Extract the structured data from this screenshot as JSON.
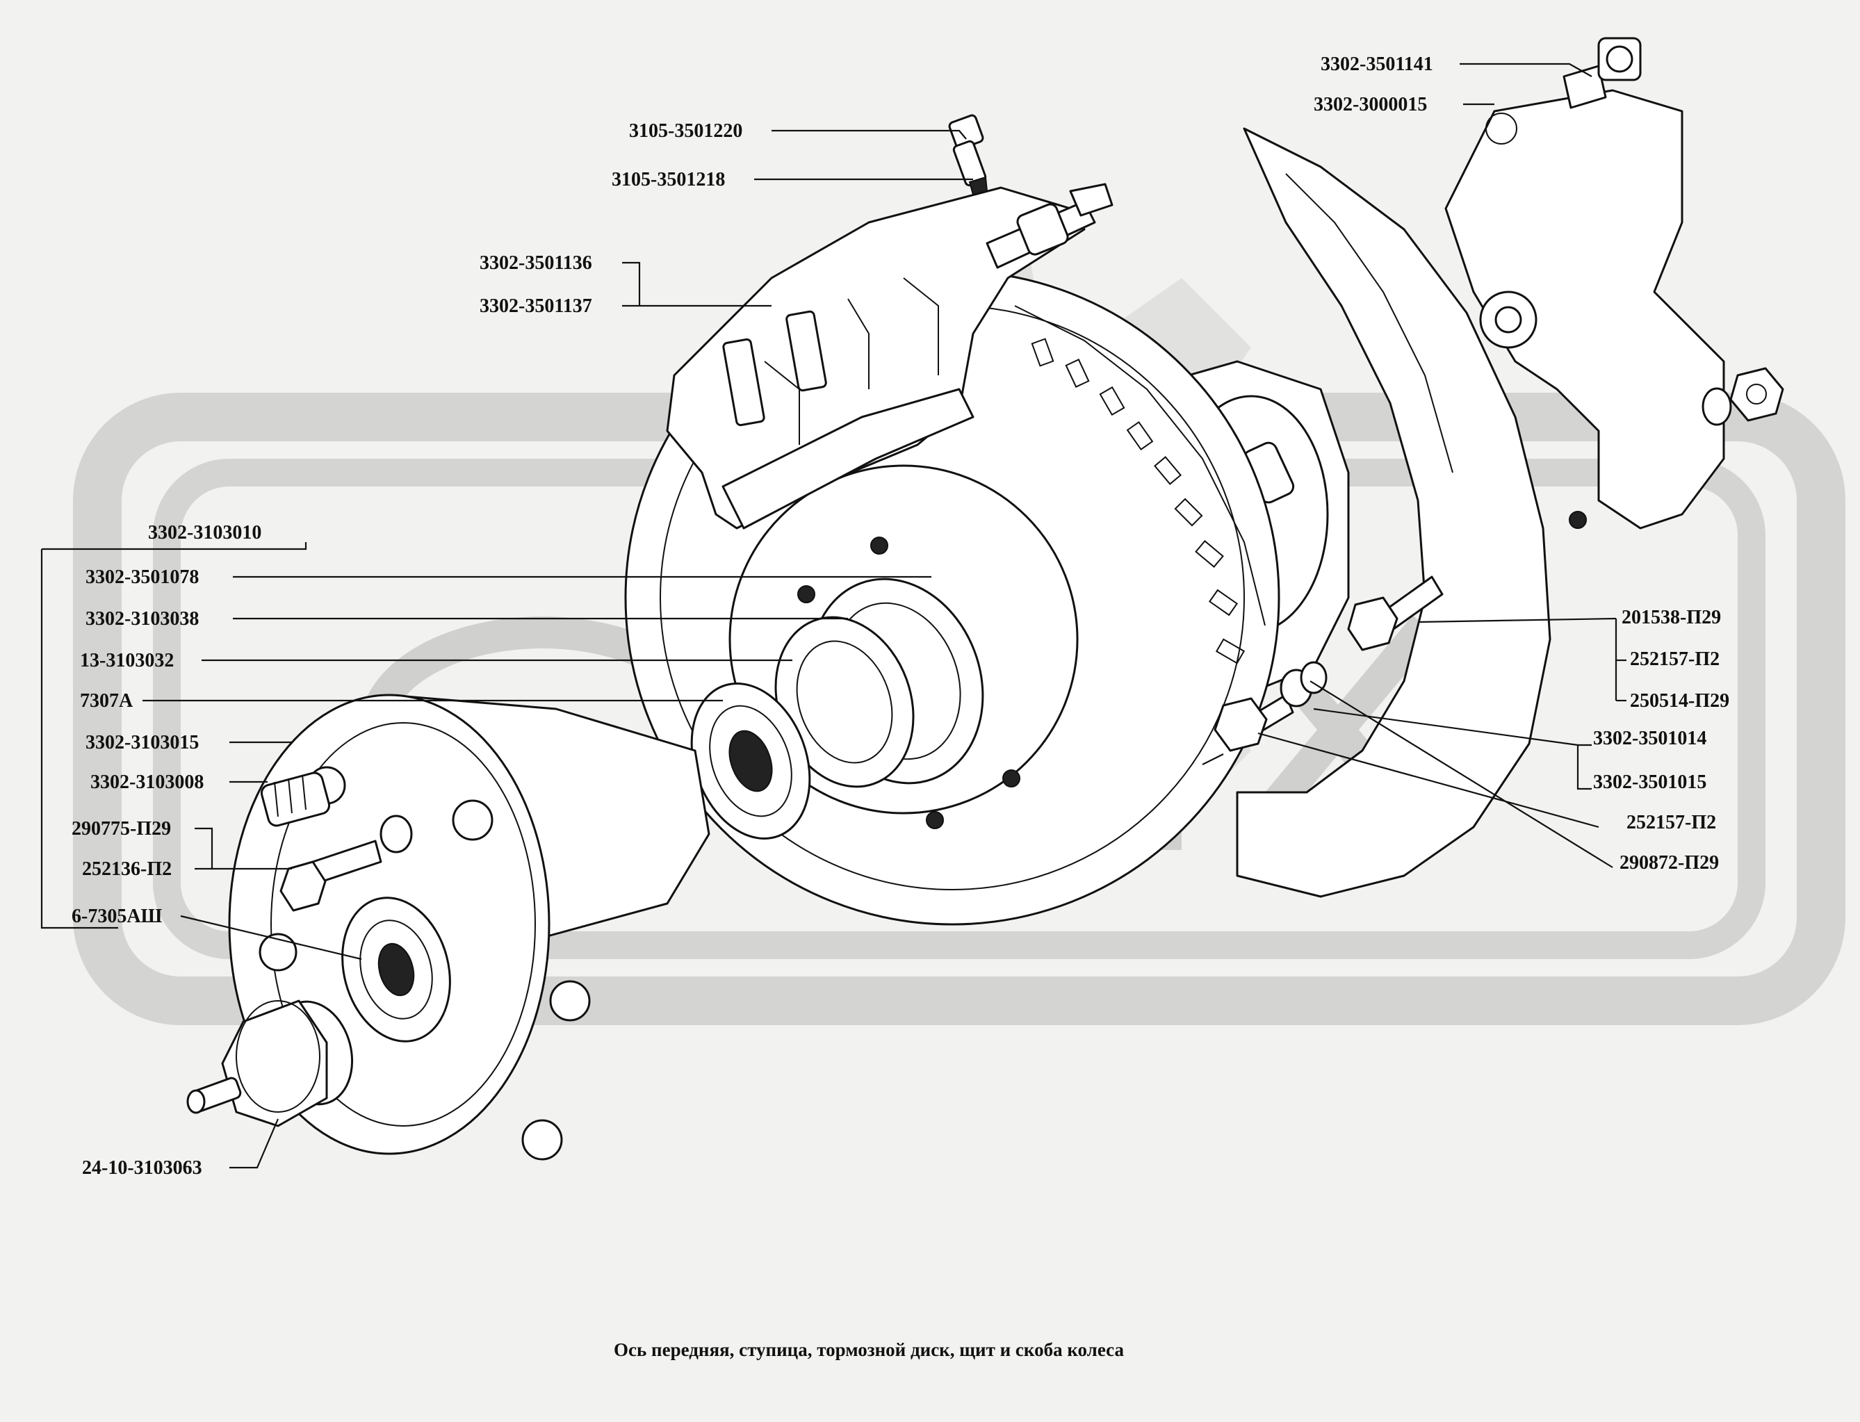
{
  "caption": "Ось передняя, ступица, тормозной  диск, щит и скоба колеса",
  "labels": {
    "p3302_3501141": "3302-3501141",
    "p3302_3000015": "3302-3000015",
    "p3105_3501220": "3105-3501220",
    "p3105_3501218": "3105-3501218",
    "p3302_3501136": "3302-3501136",
    "p3302_3501137": "3302-3501137",
    "p3302_3103010": "3302-3103010",
    "p3302_3501078": "3302-3501078",
    "p3302_3103038": "3302-3103038",
    "p13_3103032": "13-3103032",
    "p7307A": "7307А",
    "p3302_3103015": "3302-3103015",
    "p3302_3103008": "3302-3103008",
    "p290775": "290775-П29",
    "p252136": "252136-П2",
    "p6_7305": "6-7305АШ",
    "p24_10_3103063": "24-10-3103063",
    "p201538": "201538-П29",
    "p252157a": "252157-П2",
    "p250514": "250514-П29",
    "p3302_3501014": "3302-3501014",
    "p3302_3501015": "3302-3501015",
    "p252157b": "252157-П2",
    "p290872": "290872-П29"
  }
}
